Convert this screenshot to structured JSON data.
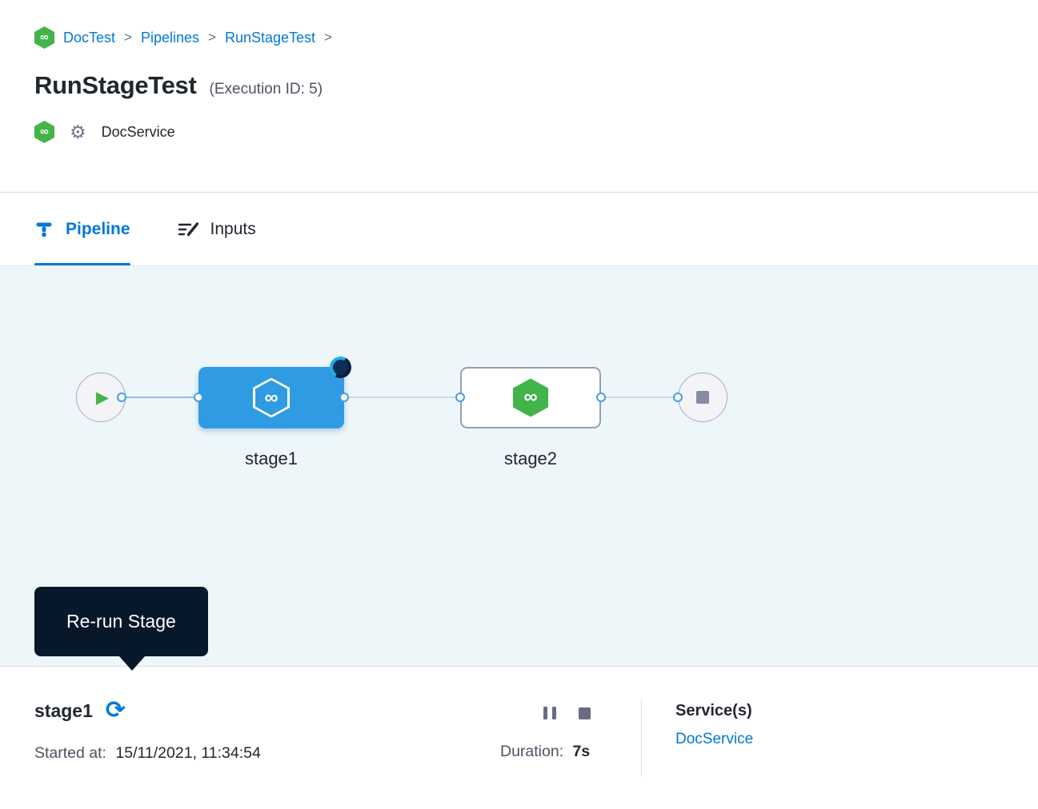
{
  "colors": {
    "accent": "#0278d5",
    "green": "#42b44a",
    "running-blue": "#2f9be3",
    "tooltip-bg": "#07182b",
    "canvas-bg": "#edf6f9",
    "text-dark": "#22272f",
    "text-gray": "#4f5162",
    "border": "#d9dae5"
  },
  "icons": {
    "harness_logo": "∞",
    "gear": "⚙",
    "play": "▶",
    "rerun": "⟳"
  },
  "breadcrumb": {
    "separator": ">",
    "items": [
      "DocTest",
      "Pipelines",
      "RunStageTest"
    ]
  },
  "header": {
    "title": "RunStageTest",
    "execution_id": "(Execution ID: 5)",
    "service_name": "DocService"
  },
  "tabs": {
    "pipeline": "Pipeline",
    "inputs": "Inputs"
  },
  "pipeline_graph": {
    "stages": [
      {
        "name": "stage1",
        "status": "running"
      },
      {
        "name": "stage2",
        "status": "not-started"
      }
    ]
  },
  "tooltip": {
    "label": "Re-run Stage"
  },
  "footer": {
    "stage_name": "stage1",
    "started_label": "Started at:",
    "started_value": "15/11/2021, 11:34:54",
    "duration_label": "Duration:",
    "duration_value": "7s",
    "services_label": "Service(s)",
    "service_link": "DocService"
  }
}
